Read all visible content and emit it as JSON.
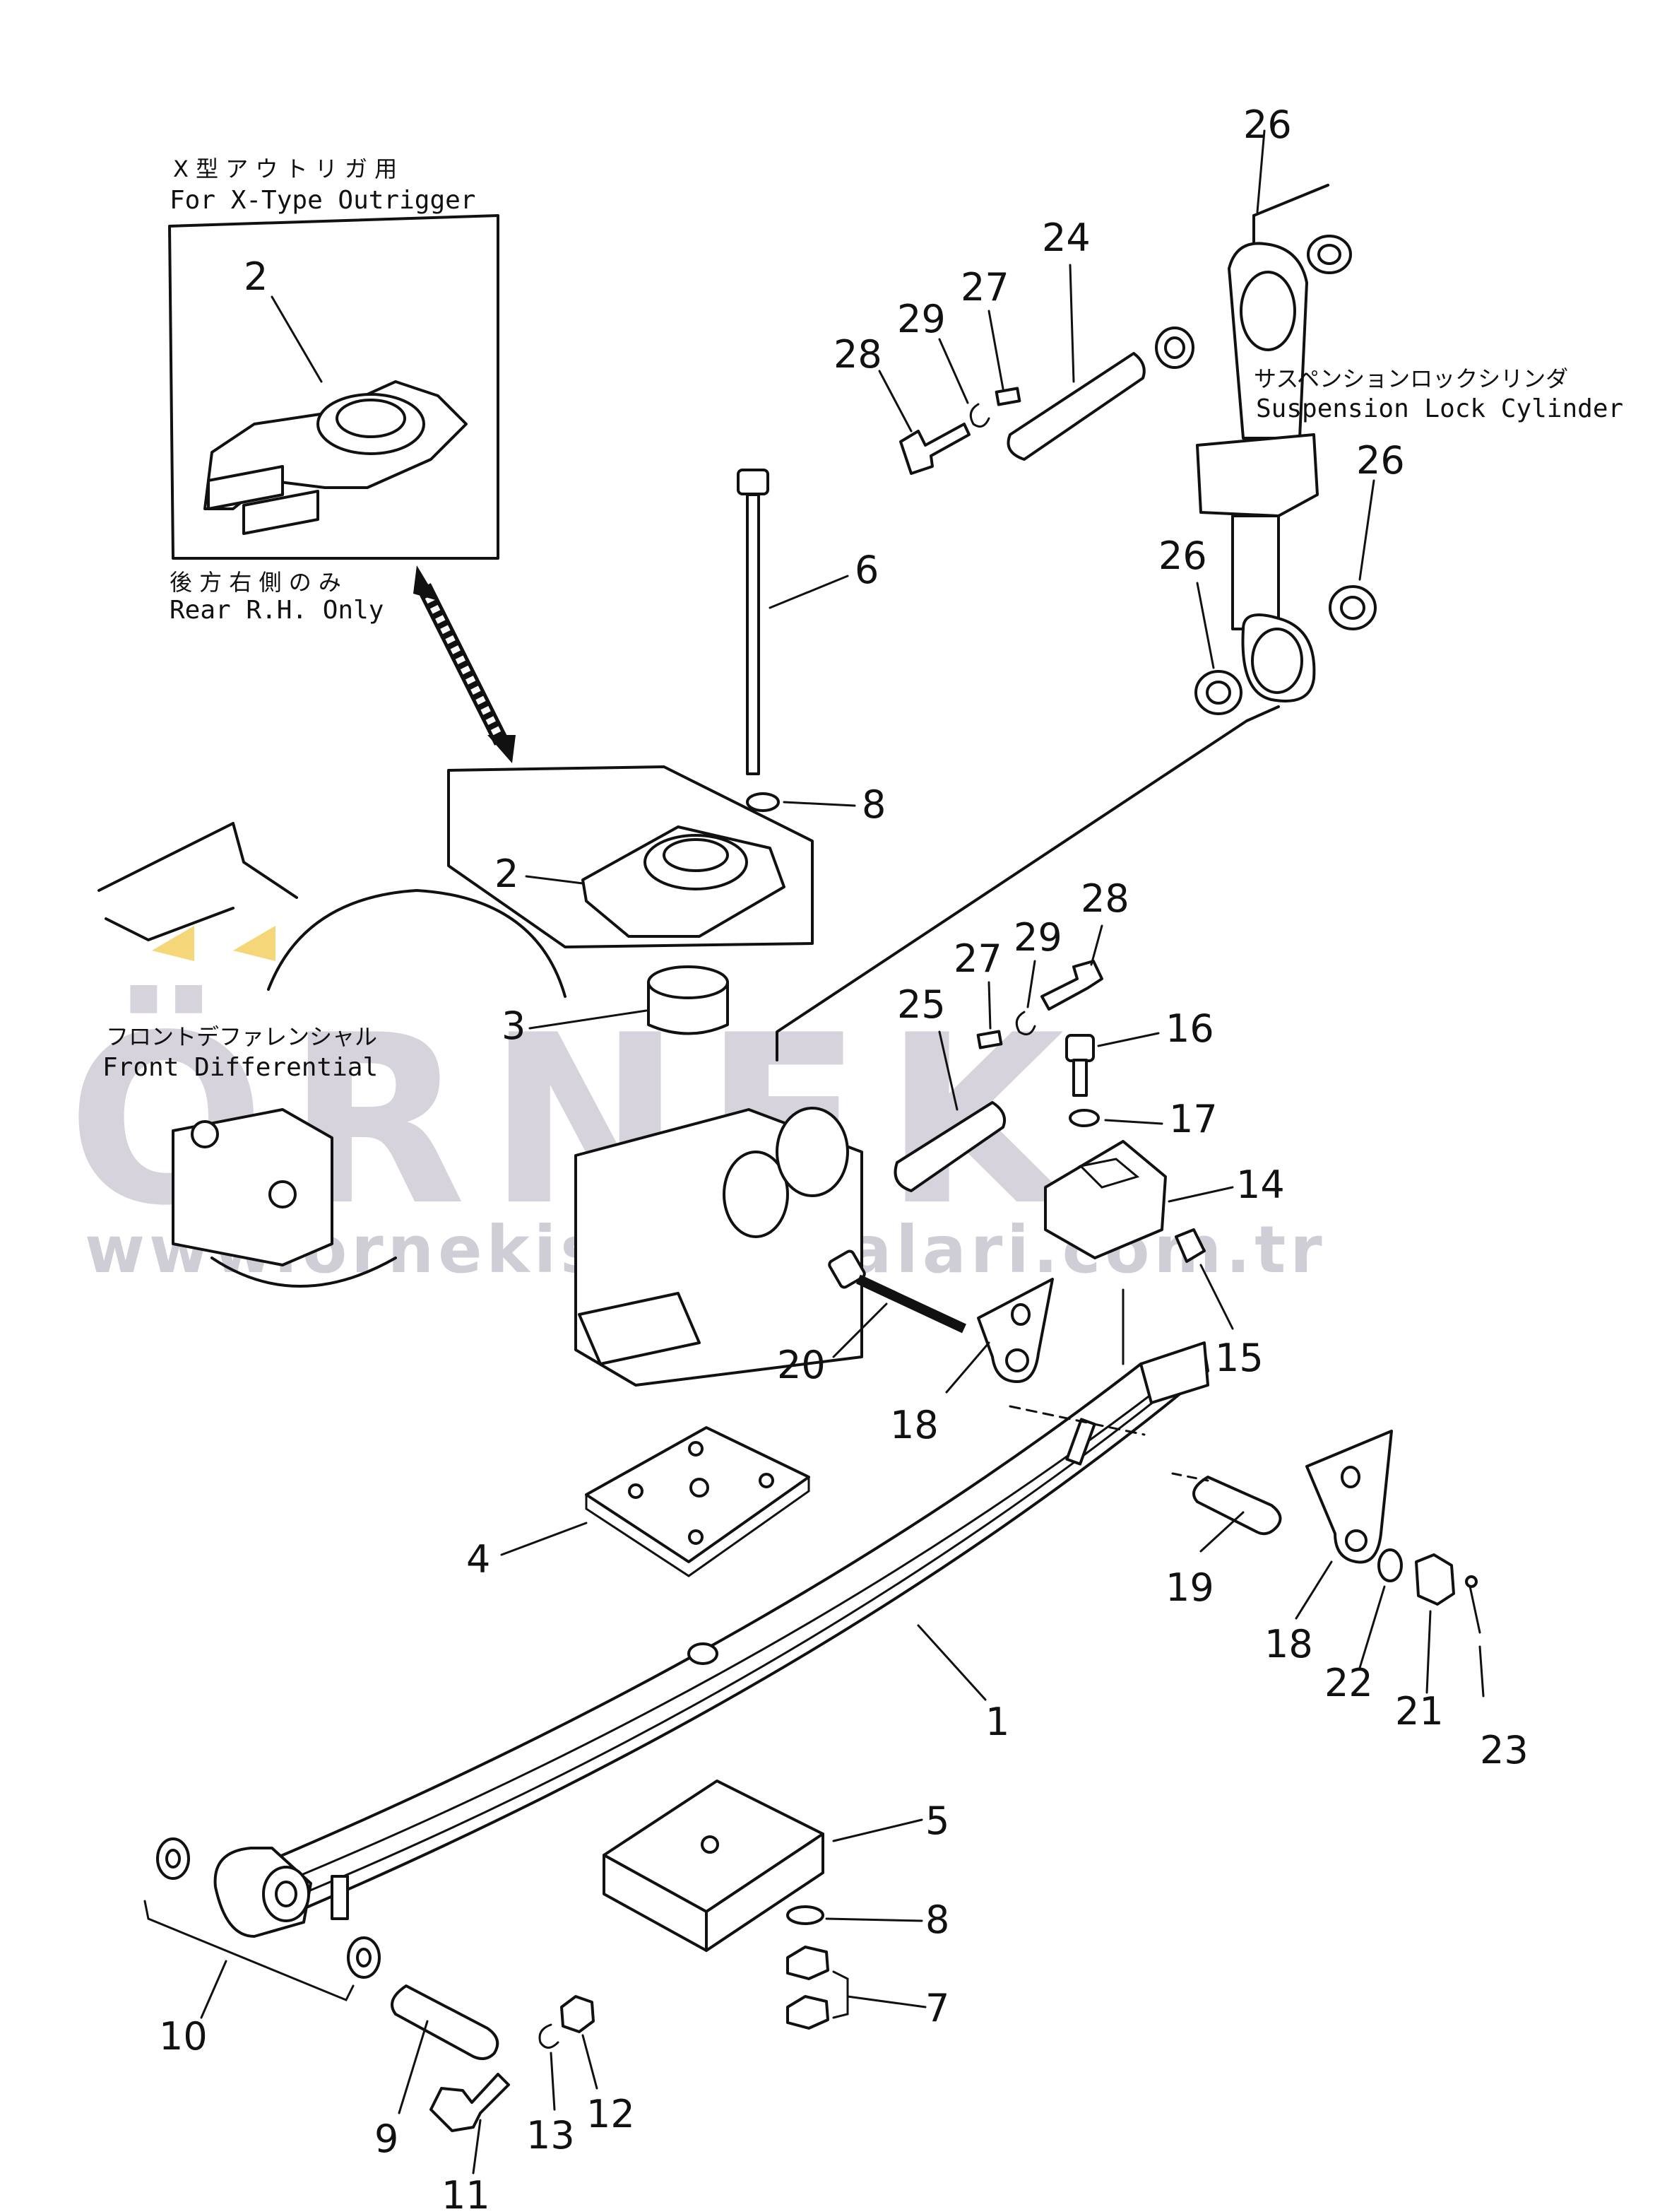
{
  "callouts": {
    "n1": "1",
    "n2a": "2",
    "n2b": "2",
    "n3": "3",
    "n4": "4",
    "n5": "5",
    "n6": "6",
    "n7": "7",
    "n8a": "8",
    "n8b": "8",
    "n9": "9",
    "n10": "10",
    "n11": "11",
    "n12": "12",
    "n13": "13",
    "n14": "14",
    "n15": "15",
    "n16": "16",
    "n17": "17",
    "n18a": "18",
    "n18b": "18",
    "n19": "19",
    "n20": "20",
    "n21": "21",
    "n22": "22",
    "n23": "23",
    "n24": "24",
    "n25": "25",
    "n26a": "26",
    "n26b": "26",
    "n26c": "26",
    "n27a": "27",
    "n27b": "27",
    "n28a": "28",
    "n28b": "28",
    "n29a": "29",
    "n29b": "29"
  },
  "inset": {
    "title_jp": "X 型 ア ウ ト リ ガ 用",
    "title_en": "For X-Type Outrigger",
    "note_jp": "後 方 右 側 の み",
    "note_en": "Rear R.H. Only"
  },
  "labels": {
    "front_diff_jp": "フロントデファレンシャル",
    "front_diff_en": "Front Differential",
    "cylinder_jp": "サスペンションロックシリンダ",
    "cylinder_en": "Suspension Lock Cylinder"
  },
  "watermark": {
    "brand": "ÖRNEK",
    "url": "www.ornekismakinalari.com.tr",
    "accent_color": "#f5d77a"
  }
}
